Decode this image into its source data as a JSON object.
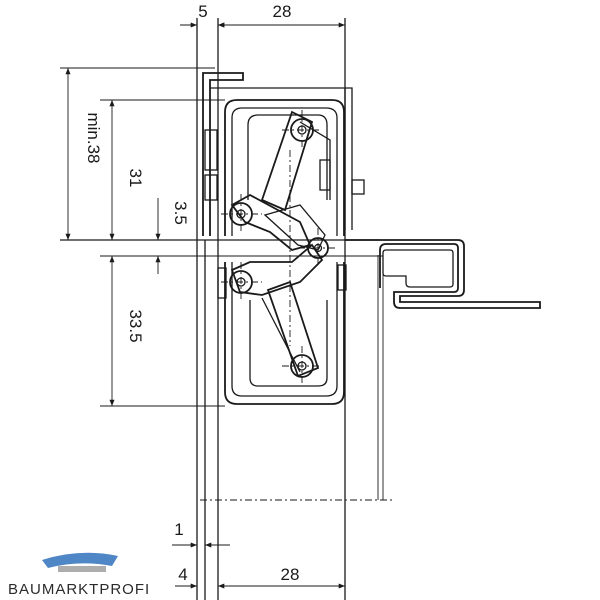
{
  "dimensions": {
    "top_gap": "5",
    "top_width": "28",
    "min_height": "min.38",
    "height_31": "31",
    "offset_3_5": "3.5",
    "height_33_5": "33.5",
    "bottom_gap_1": "1",
    "bottom_gap_4": "4",
    "bottom_width": "28"
  },
  "logo": {
    "text": "BAUMARKTPROFI"
  },
  "colors": {
    "line": "#1a1a1a",
    "logo_blue": "#4f86c6",
    "logo_grey": "#8a8a8a"
  }
}
